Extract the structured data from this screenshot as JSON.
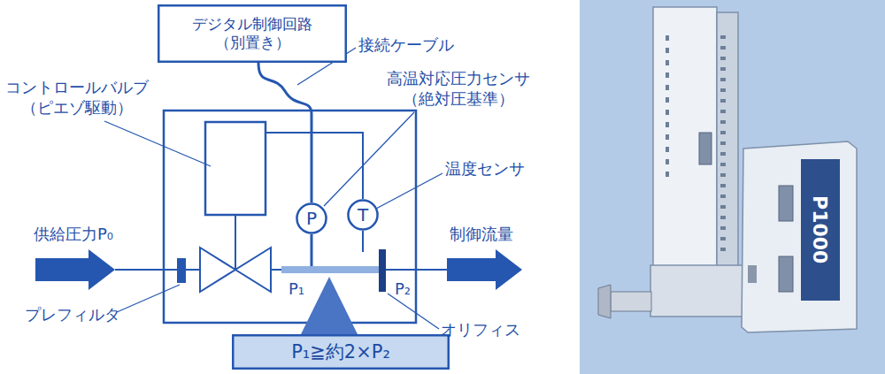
{
  "diagram": {
    "nodes": [
      {
        "text": [
          "デジタル制御回路 （別置き）"
        ]
      },
      {
        "text": [
          "P"
        ]
      },
      {
        "text": [
          "T"
        ]
      },
      {
        "text": [
          "P₁≧約2×P₂"
        ]
      }
    ],
    "edges": [
      {
        "from": 0,
        "to": 1,
        "arrow": "none"
      }
    ],
    "labels": [
      "コントロールバルブ （ピエゾ駆動）",
      "接続ケーブル",
      "高温対応圧力センサ （絶対圧基準）",
      "温度センサ",
      "供給圧力P₀",
      "制御流量",
      "P₁",
      "P₂",
      "プレフィルタ",
      "オリフィス",
      "P1000"
    ]
  }
}
